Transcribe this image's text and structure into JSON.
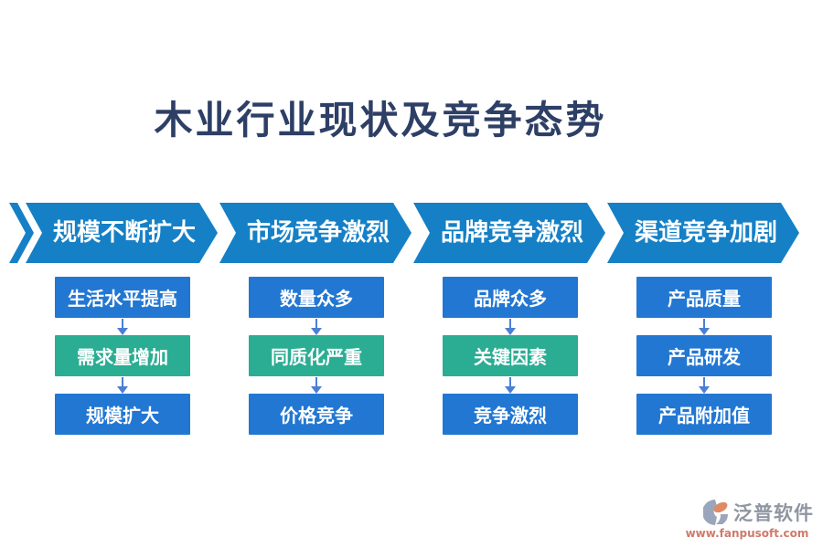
{
  "title": "木业行业现状及竞争态势",
  "columns": [
    {
      "header": "规模不断扩大",
      "items": [
        {
          "label": "生活水平提高",
          "variant": "blue"
        },
        {
          "label": "需求量增加",
          "variant": "green"
        },
        {
          "label": "规模扩大",
          "variant": "blue"
        }
      ]
    },
    {
      "header": "市场竞争激烈",
      "items": [
        {
          "label": "数量众多",
          "variant": "blue"
        },
        {
          "label": "同质化严重",
          "variant": "green"
        },
        {
          "label": "价格竞争",
          "variant": "blue"
        }
      ]
    },
    {
      "header": "品牌竞争激烈",
      "items": [
        {
          "label": "品牌众多",
          "variant": "blue"
        },
        {
          "label": "关键因素",
          "variant": "green"
        },
        {
          "label": "竞争激烈",
          "variant": "blue"
        }
      ]
    },
    {
      "header": "渠道竞争加剧",
      "items": [
        {
          "label": "产品质量",
          "variant": "blue"
        },
        {
          "label": "产品研发",
          "variant": "blue"
        },
        {
          "label": "产品附加值",
          "variant": "blue"
        }
      ]
    }
  ],
  "watermark": {
    "brand": "泛普软件",
    "url": "www.fanpusoft.com"
  },
  "colors": {
    "banner_blue": "#1580c6",
    "box_blue": "#2277d2",
    "box_green": "#2aad93",
    "arrow_blue": "#4b7fd6",
    "title_navy": "#2e3f66",
    "watermark_gray": "#8f96a1",
    "watermark_url": "#cf7a6a",
    "logo_gray": "#9aa6bb",
    "logo_orange": "#df8a64"
  }
}
